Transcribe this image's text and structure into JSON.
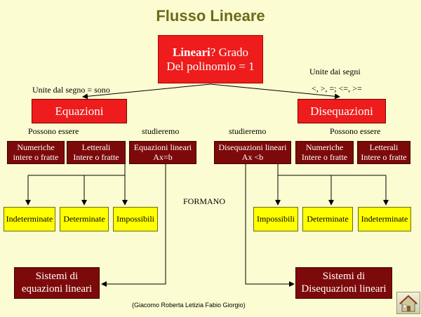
{
  "title": "Flusso Lineare",
  "top": {
    "line1_bold": "Lineari",
    "line1_rest": "? Grado",
    "line2": "Del polinomio = 1"
  },
  "labels": {
    "unite_segno": "Unite dal segno = sono",
    "unite_segni": "Unite dai segni",
    "segni_simboli": "<, >, =; <=, >=",
    "possono_left": "Possono essere",
    "studieremo_left": "studieremo",
    "studieremo_right": "studieremo",
    "possono_right": "Possono essere",
    "formano": "FORMANO"
  },
  "equazioni": "Equazioni",
  "disequazioni": "Disequazioni",
  "left_boxes": [
    {
      "line1": "Numeriche",
      "line2": "intere o fratte"
    },
    {
      "line1": "Letterali",
      "line2": "Intere o fratte"
    },
    {
      "line1": "Equazioni lineari",
      "line2": "Ax=b"
    }
  ],
  "right_boxes": [
    {
      "line1": "Disequazioni lineari",
      "line2": "Ax <b"
    },
    {
      "line1": "Numeriche",
      "line2": "Intere o fratte"
    },
    {
      "line1": "Letterali",
      "line2": "Intere o fratte"
    }
  ],
  "left_results": [
    "Indeterminate",
    "Determinate",
    "Impossibili"
  ],
  "right_results": [
    "Impossibili",
    "Determinate",
    "Indeterminate"
  ],
  "sistemi_left": {
    "line1": "Sistemi di",
    "line2": "equazioni lineari"
  },
  "sistemi_right": {
    "line1": "Sistemi di",
    "line2": "Disequazioni lineari"
  },
  "credits": "(Giacomo Roberta Letizia Fabio Giorgio)",
  "nav": {
    "icon": "home-icon"
  }
}
